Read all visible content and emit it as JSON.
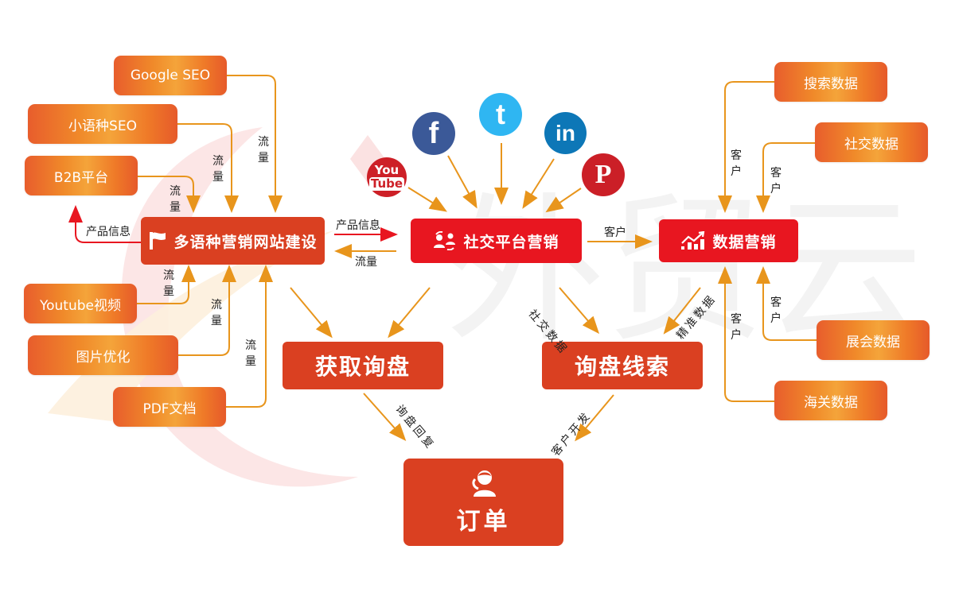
{
  "watermark": "外贸云",
  "colors": {
    "hub_red": "#e81620",
    "hub_orange": "#da4021",
    "arrow_orange": "#e8951c",
    "arrow_red": "#e81620",
    "source_gradient": [
      "#e85d2c",
      "#f4a43a"
    ]
  },
  "left_sources": {
    "google_seo": "Google SEO",
    "minor_language_seo": "小语种SEO",
    "b2b_platform": "B2B平台",
    "youtube_video": "Youtube视频",
    "image_optimization": "图片优化",
    "pdf_document": "PDF文档"
  },
  "right_sources": {
    "search_data": "搜索数据",
    "social_data": "社交数据",
    "exhibition_data": "展会数据",
    "customs_data": "海关数据"
  },
  "hubs": {
    "website": {
      "label": "多语种营销网站建设",
      "icon": "flag-icon"
    },
    "social": {
      "label": "社交平台营销",
      "icon": "people-sync-icon"
    },
    "data": {
      "label": "数据营销",
      "icon": "chart-growth-icon"
    }
  },
  "outcomes": {
    "get_inquiry": "获取询盘",
    "inquiry_leads": "询盘线索",
    "order": {
      "label": "订单",
      "icon": "customer-service-phone-icon"
    }
  },
  "social_icons": [
    {
      "name": "youtube",
      "line1": "You",
      "line2": "Tube",
      "color": "#cd2027"
    },
    {
      "name": "facebook",
      "glyph": "f",
      "color": "#3b5998"
    },
    {
      "name": "twitter",
      "glyph": "t",
      "color": "#2fb6f2"
    },
    {
      "name": "linkedin",
      "glyph": "in",
      "color": "#0d77b7"
    },
    {
      "name": "pinterest",
      "glyph": "P",
      "color": "#cb1f27"
    }
  ],
  "edge_labels": {
    "traffic": "流量",
    "traffic_v1": "流",
    "traffic_v2": "量",
    "product_info": "产品信息",
    "customer": "客户",
    "customer_v1": "客",
    "customer_v2": "户",
    "social_data": "社交数据",
    "precise_data": "精准数据",
    "inquiry_reply": "询盘回复",
    "customer_development": "客户开发"
  }
}
